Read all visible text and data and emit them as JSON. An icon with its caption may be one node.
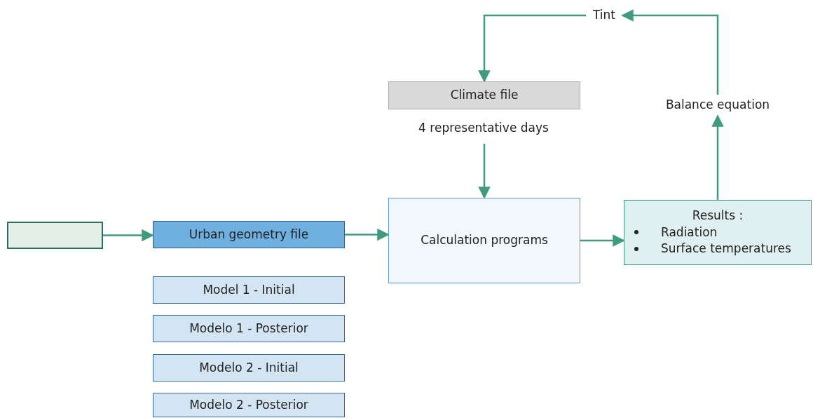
{
  "diagram": {
    "nodes": [
      {
        "text": [
          "Tint"
        ]
      },
      {
        "text": [
          "Climate file"
        ],
        "beside": [
          "4 representative days"
        ]
      },
      {
        "text": [
          "Balance equation"
        ]
      },
      {
        "text": [],
        "shape": "box"
      },
      {
        "text": [
          "Urban geometry file"
        ]
      },
      {
        "text": [
          "Calculation programs"
        ]
      },
      {
        "text": [
          "Results :",
          "Radiation",
          "Surface temperatures"
        ]
      },
      {
        "text": [
          "Model 1 - Initial"
        ]
      },
      {
        "text": [
          "Modelo 1 - Posterior"
        ]
      },
      {
        "text": [
          "Modelo 2 - Initial"
        ]
      },
      {
        "text": [
          "Modelo 2 - Posterior"
        ]
      }
    ],
    "edges": [
      {
        "from": 0,
        "to": 1,
        "arrow": "to"
      },
      {
        "from": 1,
        "to": 5,
        "arrow": "to"
      },
      {
        "from": 3,
        "to": 4,
        "arrow": "to"
      },
      {
        "from": 4,
        "to": 5,
        "arrow": "to"
      },
      {
        "from": 5,
        "to": 6,
        "arrow": "to"
      },
      {
        "from": 6,
        "to": 2,
        "arrow": "to"
      },
      {
        "from": 2,
        "to": 0,
        "arrow": "to"
      }
    ]
  }
}
